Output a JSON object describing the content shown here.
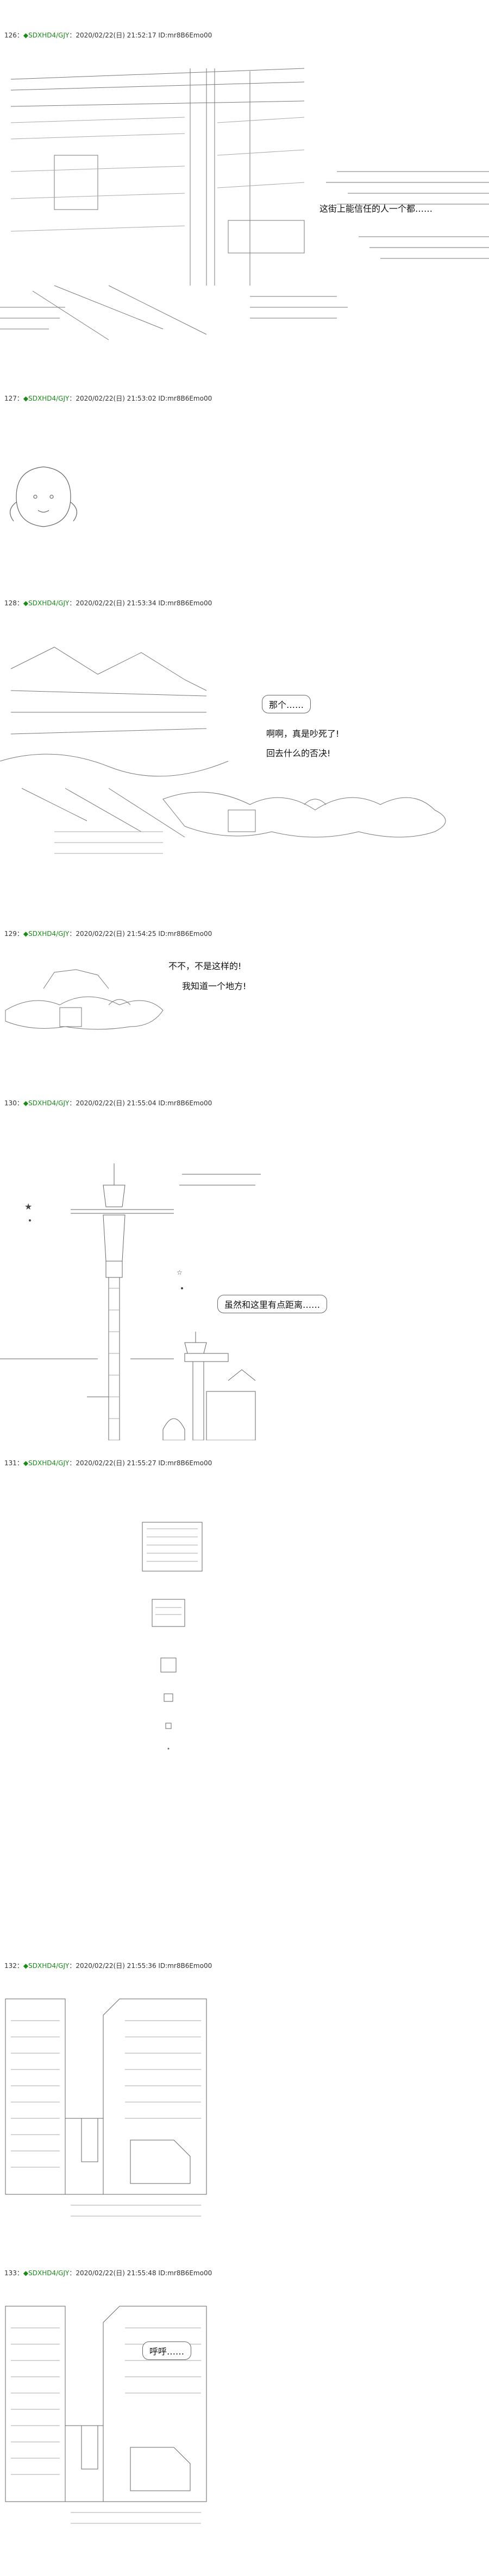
{
  "posts": [
    {
      "header": {
        "num": "126",
        "sep": "：",
        "name": "◆SDXHD4/GJY",
        "meta": "：2020/02/22(日) 21:52:17 ID:mr8B6Emo00"
      },
      "lines": [
        "这街上能信任的人一个都……"
      ]
    },
    {
      "header": {
        "num": "127",
        "sep": "：",
        "name": "◆SDXHD4/GJY",
        "meta": "：2020/02/22(日) 21:53:02 ID:mr8B6Emo00"
      },
      "lines": []
    },
    {
      "header": {
        "num": "128",
        "sep": "：",
        "name": "◆SDXHD4/GJY",
        "meta": "：2020/02/22(日) 21:53:34 ID:mr8B6Emo00"
      },
      "lines": [
        "那个……",
        "啊啊，真是吵死了!",
        "回去什么的否决!"
      ]
    },
    {
      "header": {
        "num": "129",
        "sep": "：",
        "name": "◆SDXHD4/GJY",
        "meta": "：2020/02/22(日) 21:54:25 ID:mr8B6Emo00"
      },
      "lines": [
        "不不，不是这样的!",
        "我知道一个地方!"
      ]
    },
    {
      "header": {
        "num": "130",
        "sep": "：",
        "name": "◆SDXHD4/GJY",
        "meta": "：2020/02/22(日) 21:55:04 ID:mr8B6Emo00"
      },
      "lines": [
        "虽然和这里有点距离……"
      ]
    },
    {
      "header": {
        "num": "131",
        "sep": "：",
        "name": "◆SDXHD4/GJY",
        "meta": "：2020/02/22(日) 21:55:27 ID:mr8B6Emo00"
      },
      "lines": []
    },
    {
      "header": {
        "num": "132",
        "sep": "：",
        "name": "◆SDXHD4/GJY",
        "meta": "：2020/02/22(日) 21:55:36 ID:mr8B6Emo00"
      },
      "lines": []
    },
    {
      "header": {
        "num": "133",
        "sep": "：",
        "name": "◆SDXHD4/GJY",
        "meta": "：2020/02/22(日) 21:55:48 ID:mr8B6Emo00"
      },
      "lines": [
        "呼呼……"
      ]
    }
  ]
}
